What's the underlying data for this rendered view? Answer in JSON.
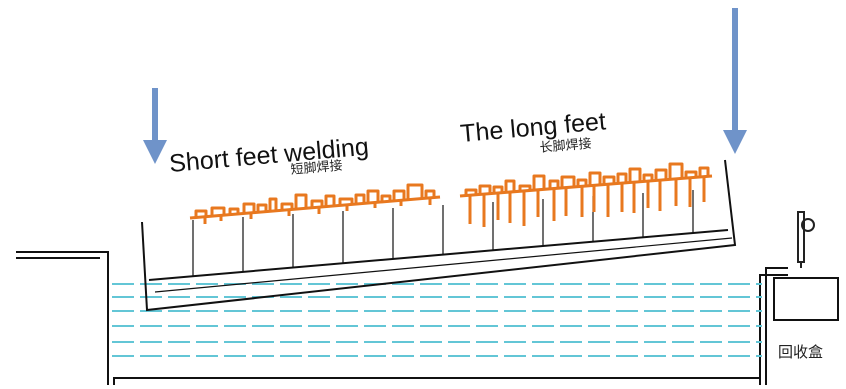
{
  "labels": {
    "short_en": "Short feet welding",
    "short_cn": "短脚焊接",
    "long_en": "The long feet",
    "long_cn": "长脚焊接",
    "recovery_box": "回收盒"
  },
  "colors": {
    "arrow": "#6f93c9",
    "solder_bath_line": "#111111",
    "solder_wave": "#63c6d6",
    "component": "#e8781f"
  },
  "icons": {
    "left_arrow": "down-arrow-icon",
    "right_arrow": "down-arrow-icon",
    "hook": "hook-icon"
  }
}
